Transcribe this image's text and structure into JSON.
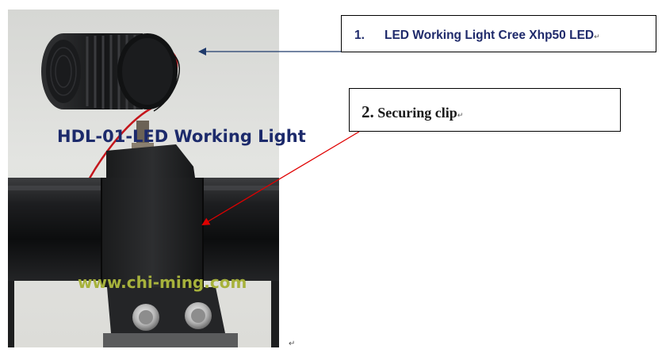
{
  "photo": {
    "caption": "HDL-01-LED Working Light",
    "watermark": "www.chi-ming.com"
  },
  "callouts": [
    {
      "number": "1.",
      "label": "LED Working Light Cree Xhp50 LED",
      "mark": "↵",
      "text_color": "#1f2a6b",
      "arrow_color": "#1f3a6b"
    },
    {
      "number": "2.",
      "label": "Securing clip",
      "mark": "↵",
      "text_color": "#1a1a1a",
      "arrow_color": "#e00000"
    }
  ],
  "paragraph_mark": "↵"
}
